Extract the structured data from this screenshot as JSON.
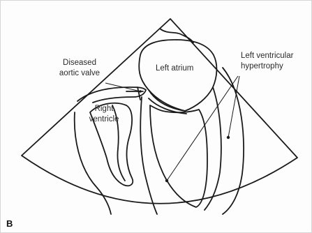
{
  "figure": {
    "panel_letter": "B",
    "labels": {
      "diseased_valve_line1": "Diseased",
      "diseased_valve_line2": "aortic valve",
      "left_atrium": "Left atrium",
      "right_ventricle_line1": "Right",
      "right_ventricle_line2": "ventricle",
      "lvh_line1": "Left ventricular",
      "lvh_line2": "hypertrophy"
    }
  },
  "colors": {
    "ink": "#1a1a1a",
    "background": "#fdfdfd",
    "frame": "#d6d6d6"
  }
}
